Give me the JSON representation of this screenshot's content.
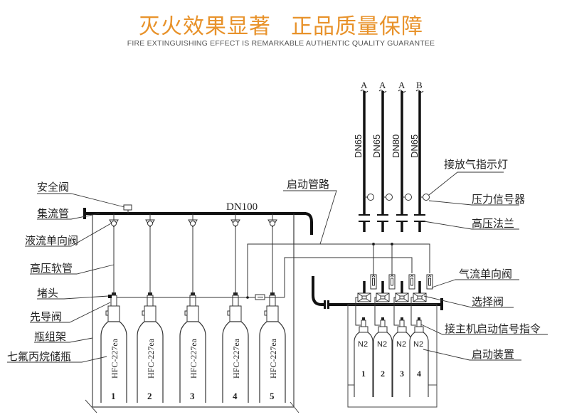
{
  "header": {
    "title_part1": "灭火效果显著",
    "title_part2": "正品质量保障",
    "subtitle": "FIRE EXTINGUISHING EFFECT IS REMARKABLE AUTHENTIC QUALITY GUARANTEE",
    "accent_color": "#E8922A"
  },
  "left_labels": {
    "safety_valve": "安全阀",
    "manifold": "集流管",
    "liquid_check_valve": "液流单向阀",
    "high_pressure_hose": "高压软管",
    "plug": "堵头",
    "pilot_valve": "先导阀",
    "cylinder_rack": "瓶组架",
    "hfc_cylinder": "七氟丙烷储瓶"
  },
  "pipe_labels": {
    "main_pipe": "DN100",
    "start_pipeline": "启动管路"
  },
  "zone_pipes": [
    {
      "zone": "A",
      "size": "DN65"
    },
    {
      "zone": "A",
      "size": "DN65"
    },
    {
      "zone": "A",
      "size": "DN80"
    },
    {
      "zone": "B",
      "size": "DN65"
    }
  ],
  "right_labels": {
    "discharge_indicator": "接放气指示灯",
    "pressure_signal": "压力信号器",
    "high_pressure_flange": "高压法兰",
    "gas_check_valve": "气流单向阀",
    "selector_valve": "选择阀",
    "host_signal": "接主机启动信号指令",
    "start_device": "启动装置"
  },
  "agent_cylinders": [
    {
      "agent": "HFC-227ea",
      "number": "1"
    },
    {
      "agent": "HFC-227ea",
      "number": "2"
    },
    {
      "agent": "HFC-227ea",
      "number": "3"
    },
    {
      "agent": "HFC-227ea",
      "number": "4"
    },
    {
      "agent": "HFC-227ea",
      "number": "5"
    }
  ],
  "n2_cylinders": [
    {
      "gas": "N2",
      "number": "1"
    },
    {
      "gas": "N2",
      "number": "2"
    },
    {
      "gas": "N2",
      "number": "3"
    },
    {
      "gas": "N2",
      "number": "4"
    }
  ]
}
